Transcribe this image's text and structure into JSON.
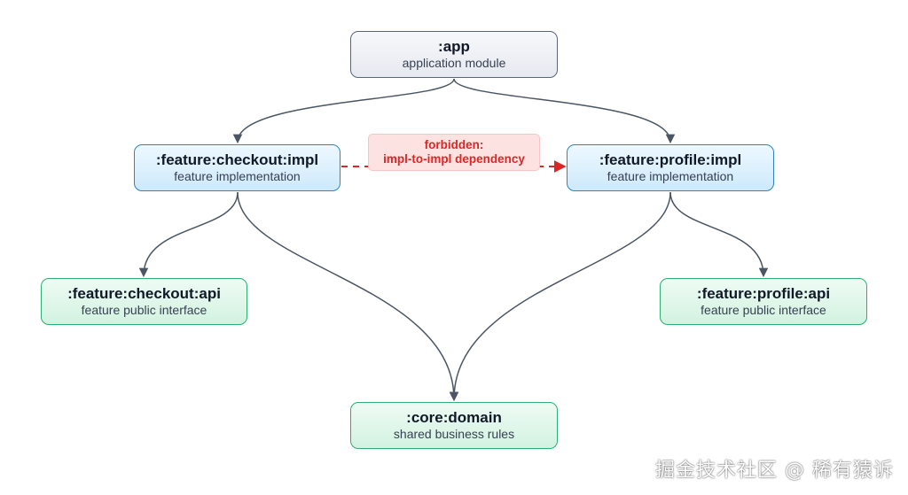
{
  "nodes": {
    "app": {
      "title": ":app",
      "subtitle": "application module"
    },
    "checkout_impl": {
      "title": ":feature:checkout:impl",
      "subtitle": "feature implementation"
    },
    "profile_impl": {
      "title": ":feature:profile:impl",
      "subtitle": "feature implementation"
    },
    "checkout_api": {
      "title": ":feature:checkout:api",
      "subtitle": "feature public interface"
    },
    "profile_api": {
      "title": ":feature:profile:api",
      "subtitle": "feature public interface"
    },
    "core_domain": {
      "title": ":core:domain",
      "subtitle": "shared business rules"
    }
  },
  "forbidden_note": {
    "line1": "forbidden:",
    "line2": "impl-to-impl dependency"
  },
  "edges": [
    {
      "from": "app",
      "to": "checkout_impl",
      "style": "solid"
    },
    {
      "from": "app",
      "to": "profile_impl",
      "style": "solid"
    },
    {
      "from": "checkout_impl",
      "to": "checkout_api",
      "style": "solid"
    },
    {
      "from": "checkout_impl",
      "to": "core_domain",
      "style": "solid"
    },
    {
      "from": "profile_impl",
      "to": "profile_api",
      "style": "solid"
    },
    {
      "from": "profile_impl",
      "to": "core_domain",
      "style": "solid"
    },
    {
      "from": "checkout_impl",
      "to": "profile_impl",
      "style": "dashed-forbidden"
    }
  ],
  "colors": {
    "edge": "#4b5563",
    "forbidden": "#dc2626",
    "app_border": "#5b6478",
    "impl_border": "#2b86c5",
    "api_border": "#2eae70"
  },
  "watermark": "掘金技术社区 @ 稀有猿诉"
}
